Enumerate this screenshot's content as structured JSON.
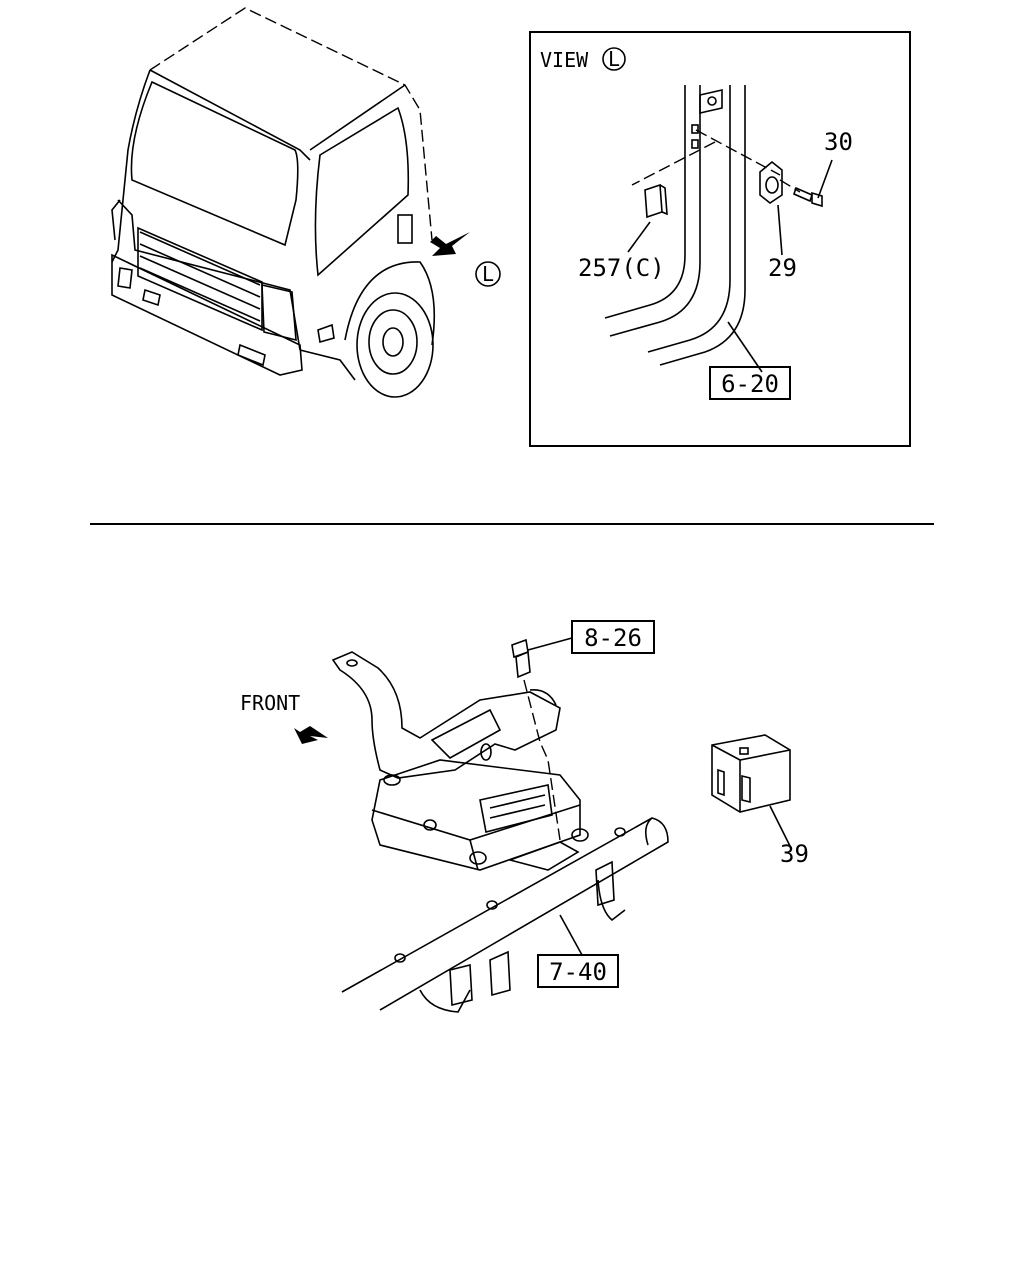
{
  "view": {
    "title": "VIEW",
    "marker": "L"
  },
  "callouts": {
    "p30": "30",
    "p29": "29",
    "p257c": "257(C)",
    "ref_6_20": "6-20",
    "ref_8_26": "8-26",
    "ref_7_40": "7-40",
    "p39": "39"
  },
  "cab_marker": "L",
  "front_label": "FRONT"
}
